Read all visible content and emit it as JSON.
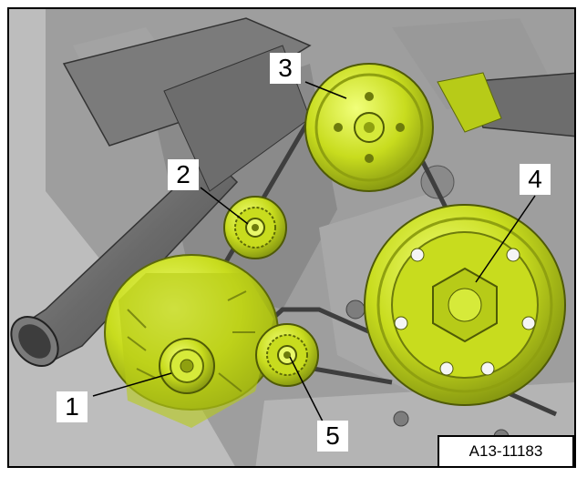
{
  "figure": {
    "reference_code": "A13-11183",
    "callouts": [
      {
        "id": "1",
        "label": "1"
      },
      {
        "id": "2",
        "label": "2"
      },
      {
        "id": "3",
        "label": "3"
      },
      {
        "id": "4",
        "label": "4"
      },
      {
        "id": "5",
        "label": "5"
      }
    ],
    "colors": {
      "highlight": "#c8dc1e",
      "highlight_dark": "#8fa010",
      "engine_gray": "#8c8c8c",
      "belt": "#4a4a4a"
    }
  }
}
